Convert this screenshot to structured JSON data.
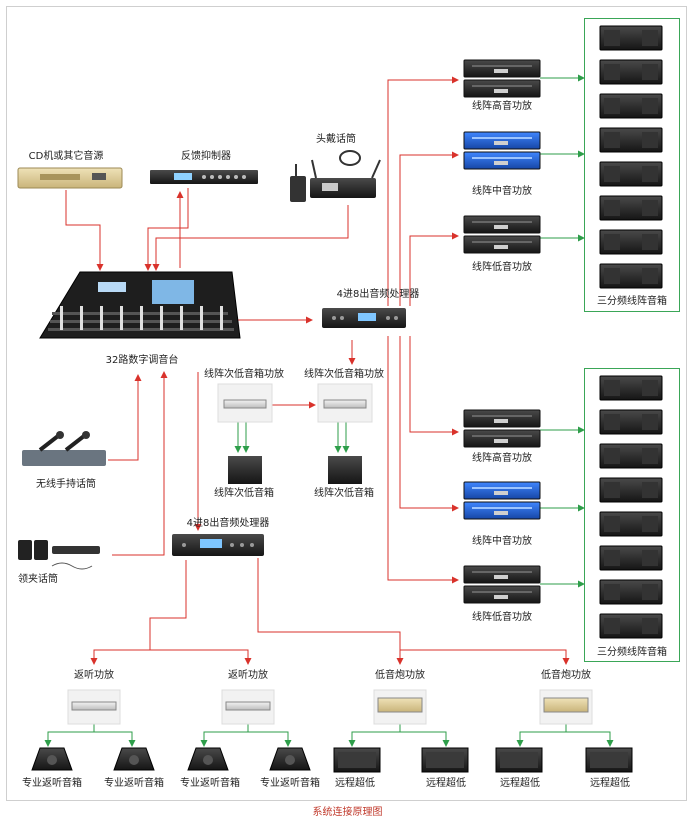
{
  "caption": "系统连接原理图",
  "sources": {
    "cd": "CD机或其它音源",
    "feedback": "反馈抑制器",
    "headset": "头戴话筒",
    "mixer": "32路数字调音台",
    "wireless": "无线手持话筒",
    "lavalier": "领夹话筒"
  },
  "processors": {
    "main": "4进8出音频处理器",
    "aux": "4进8出音频处理器"
  },
  "line_array_top": {
    "amp_high": "线阵高音功放",
    "amp_mid": "线阵中音功放",
    "amp_low": "线阵低音功放",
    "speaker_label": "三分频线阵音箱"
  },
  "line_array_bottom": {
    "amp_high": "线阵高音功放",
    "amp_mid": "线阵中音功放",
    "amp_low": "线阵低音功放",
    "speaker_label": "三分频线阵音箱"
  },
  "sub": {
    "amp_left": "线阵次低音箱功放",
    "amp_right": "线阵次低音箱功放",
    "speaker_left": "线阵次低音箱",
    "speaker_right": "线阵次低音箱"
  },
  "bottom": {
    "monitor_amp_1": "返听功放",
    "monitor_amp_2": "返听功放",
    "bass_amp_1": "低音炮功放",
    "bass_amp_2": "低音炮功放",
    "monitor_speakers": [
      "专业返听音箱",
      "专业返听音箱",
      "专业返听音箱",
      "专业返听音箱"
    ],
    "sub_speakers": [
      "远程超低",
      "远程超低",
      "远程超低",
      "远程超低"
    ]
  },
  "colors": {
    "signal_line": "#d9322b",
    "speaker_line": "#2e9e4a",
    "device_dark": "#2b2b2b",
    "amp_blue": "#1d5fd1",
    "amp_silver": "#cfcfcf"
  }
}
